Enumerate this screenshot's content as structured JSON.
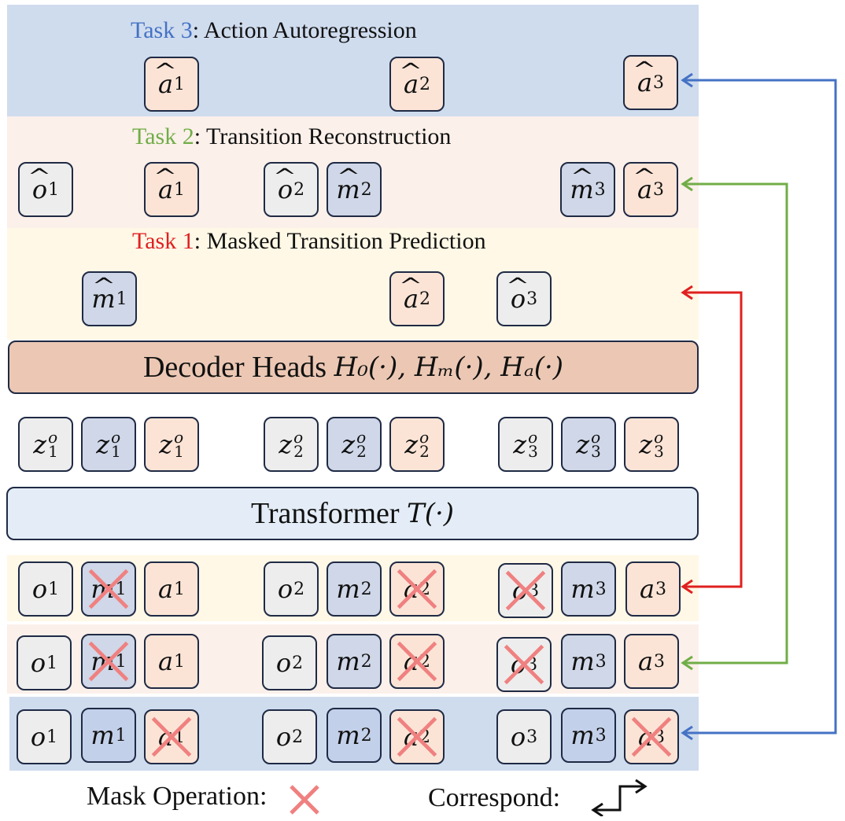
{
  "colors": {
    "task1_band": "#fff8e6",
    "task2_band": "#fbf0ea",
    "task3_band": "#cfdcee",
    "obs_token": "#ededed",
    "mem_token": "#cfd7e8",
    "act_token": "#fbe4d6",
    "task1_label": "#e02020",
    "task2_label": "#70ad47",
    "task3_label": "#4472c4",
    "decoder_fill": "#ecc8b4",
    "transformer_fill": "#e4edf7",
    "mask_red": "#f08080"
  },
  "task3": {
    "label": "Task 3",
    "title": ": Action Autoregression"
  },
  "task2": {
    "label": "Task 2",
    "title": ": Transition Reconstruction"
  },
  "task1": {
    "label": "Task 1",
    "title": ": Masked Transition Prediction"
  },
  "decoder": {
    "text": "Decoder Heads ",
    "formula": "H₀(·), Hₘ(·), Hₐ(·)"
  },
  "transformer": {
    "text": "Transformer ",
    "formula": "T(·)"
  },
  "legend": {
    "mask": "Mask Operation:",
    "correspond": "Correspond:"
  },
  "tokens": {
    "o": "o",
    "m": "m",
    "a": "a",
    "z": "z",
    "z_sup": "o",
    "sub1": "1",
    "sub2": "2",
    "sub3": "3"
  }
}
